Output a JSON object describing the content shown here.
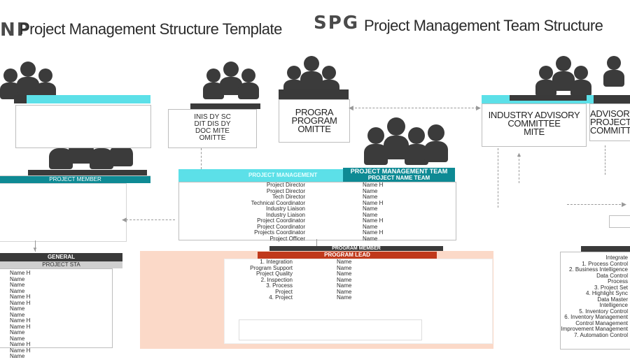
{
  "titles": {
    "left": "Project Management Structure Template",
    "right": "Project Management Team Structure"
  },
  "logo": {
    "left": "NP",
    "right": "SPG"
  },
  "committees": {
    "steering": [
      "INIS DY SC",
      "DIT DIS DY",
      "DOC MITE",
      "OMITTE"
    ],
    "program": [
      "PROGRA",
      "PROGRAM",
      "OMITTE"
    ],
    "advisory": [
      "INDUSTRY ADVISORY",
      "COMMITTEE",
      "MITE"
    ],
    "right": [
      "ADVISORY",
      "PROJECT",
      "COMMITTE"
    ]
  },
  "left_team": {
    "header": "PROJECT MEMBER",
    "sub_header": "GENERAL",
    "sub_header2": "PROJECT STA",
    "members": [
      "Name H",
      "Name",
      "Name",
      "Name",
      "Name H",
      "Name H",
      "Name",
      "Name",
      "Name H",
      "Name H",
      "Name",
      "Name",
      "Name H",
      "Name H",
      "Name"
    ]
  },
  "pm_team": {
    "header_left": "PROJECT MANAGEMENT",
    "header_right": "PROJECT MANAGEMENT TEAM",
    "sub_right": "PROJECT NAME TEAM",
    "roles": [
      "Project Director",
      "Project Director",
      "Tech Director",
      "Technical Coordinator",
      "Industry Liaison",
      "Industry Liaison",
      "Project Coordinator",
      "Project Coordinator",
      "Projects Coordinator",
      "Project Officer"
    ],
    "names": [
      "Name H",
      "Name",
      "Name",
      "Name H",
      "Name",
      "Name",
      "Name H",
      "Name",
      "Name H",
      "Name"
    ]
  },
  "program_team": {
    "header": "PROGRAM MEMBER",
    "sub_header": "PROGRAM LEAD",
    "roles": [
      "1. Integration",
      "Program Support",
      "Project Quality",
      "2. Inspection",
      "3. Process",
      "Project",
      "4. Project"
    ],
    "names": [
      "Name",
      "Name",
      "Name",
      "Name",
      "Name",
      "Name",
      "Name"
    ]
  },
  "right_list": {
    "items": [
      "Integrate",
      "1. Process Control",
      "2. Business Intelligence",
      "Data Control",
      "Process",
      "3. Project Set",
      "4. Highlight Sync",
      "Data Master",
      "Intelligence",
      "5. Inventory Control",
      "6. Inventory Management",
      "Control Management",
      "Improvement Management",
      "7. Automation Control"
    ]
  },
  "colors": {
    "cyan": "#5ce0e8",
    "dark": "#3a3a3a",
    "teal": "#0e8a94",
    "orange": "#c0391b",
    "peach": "#fbd9c8"
  }
}
